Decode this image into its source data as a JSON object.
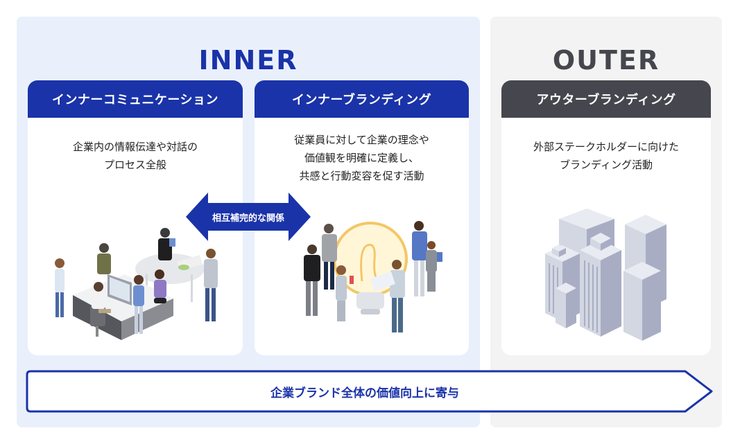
{
  "colors": {
    "inner_accent": "#1a33a8",
    "outer_accent": "#46464e",
    "inner_bg": "#e9f0fc",
    "outer_bg": "#f3f3f3"
  },
  "inner": {
    "title": "INNER",
    "cards": [
      {
        "title": "インナーコミュニケーション",
        "description_lines": [
          "企業内の情報伝達や対話の",
          "プロセス全般"
        ],
        "illustration": "office-team-meeting-illustration"
      },
      {
        "title": "インナーブランディング",
        "description_lines": [
          "従業員に対して企業の理念や",
          "価値観を明確に定義し、",
          "共感と行動変容を促す活動"
        ],
        "illustration": "lightbulb-team-illustration"
      }
    ],
    "relation_label": "相互補完的な関係"
  },
  "outer": {
    "title": "OUTER",
    "cards": [
      {
        "title": "アウターブランディング",
        "description_lines": [
          "外部ステークホルダーに向けた",
          "ブランディング活動"
        ],
        "illustration": "office-buildings-illustration"
      }
    ]
  },
  "footer": {
    "label": "企業ブランド全体の価値向上に寄与"
  }
}
